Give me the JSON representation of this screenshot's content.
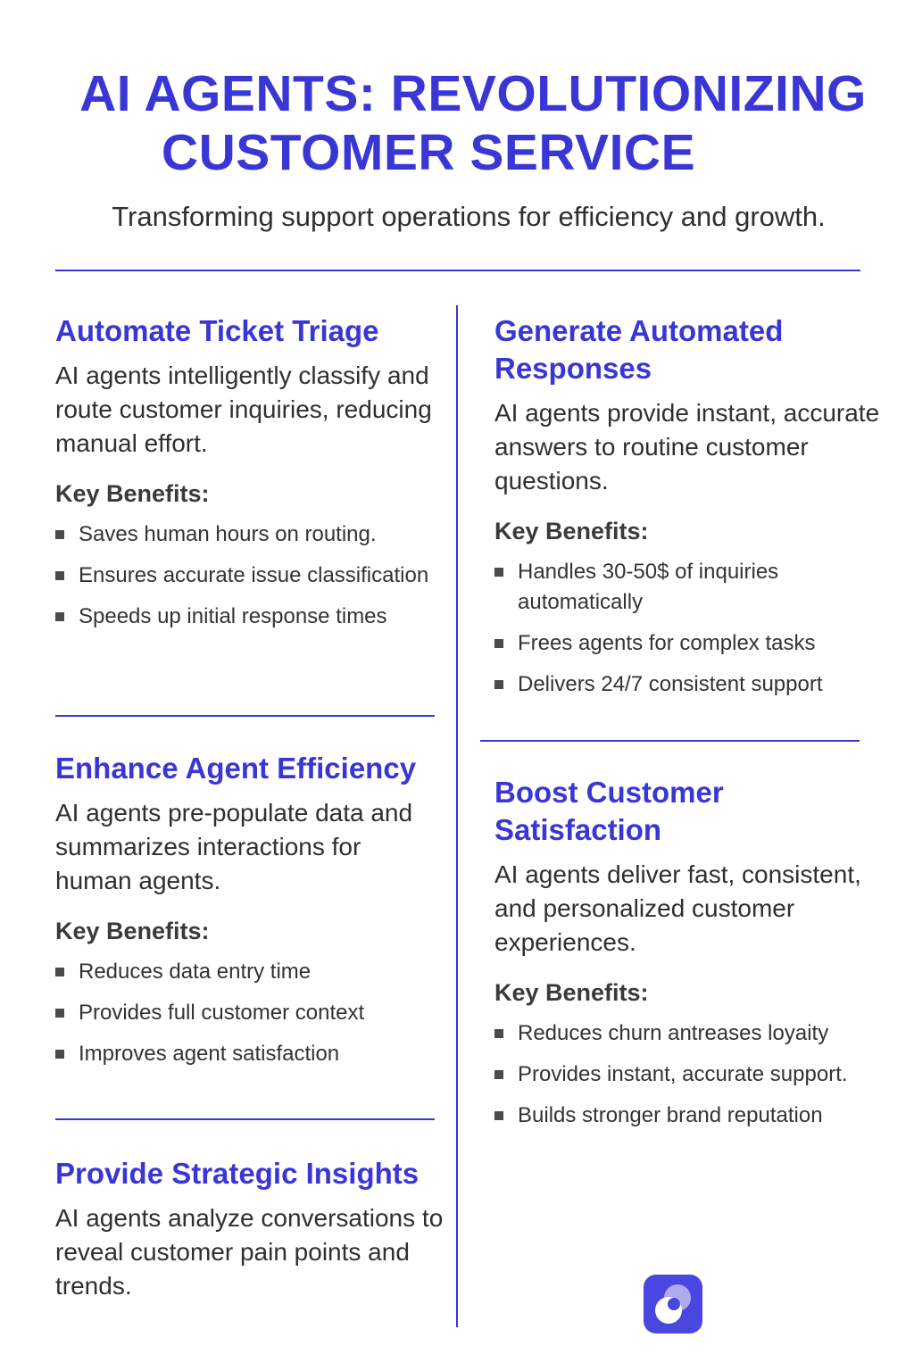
{
  "header": {
    "title_line1": "AI AGENTS: REVOLUTIONIZING",
    "title_line2": "CUSTOMER SERVICE",
    "subtitle": "Transforming support operations for efficiency and growth."
  },
  "sections": [
    {
      "title": "Automate Ticket Triage",
      "description": "AI agents intelligently classify and route customer inquiries, reducing manual effort.",
      "benefits_label": "Key Benefits:",
      "benefits": [
        "Saves human hours on routing.",
        "Ensures accurate issue classification",
        "Speeds up initial response times"
      ]
    },
    {
      "title": "Generate Automated Responses",
      "description": "AI agents provide instant, accurate answers to routine customer questions.",
      "benefits_label": "Key Benefits:",
      "benefits": [
        "Handles 30-50$ of inquiries automatically",
        "Frees agents for complex tasks",
        "Delivers 24/7 consistent support"
      ]
    },
    {
      "title": "Enhance Agent Efficiency",
      "description": "AI agents pre-populate data and summarizes interactions for human agents.",
      "benefits_label": "Key Benefits:",
      "benefits": [
        "Reduces data entry time",
        "Provides full customer context",
        "Improves agent satisfaction"
      ]
    },
    {
      "title": "Boost Customer Satisfaction",
      "description": "AI agents deliver fast, consistent, and personalized customer experiences.",
      "benefits_label": "Key Benefits:",
      "benefits": [
        "Reduces churn antreases loyaity",
        "Provides instant, accurate support.",
        "Builds stronger brand reputation"
      ]
    },
    {
      "title": "Provide Strategic Insights",
      "description": "AI agents analyze conversations to reveal customer pain points and trends."
    }
  ],
  "colors": {
    "accent": "#3a36d6",
    "text": "#2f2f2f",
    "logo_bg": "#4a46e0"
  },
  "icons": {
    "logo": "overlapping-circles-logo-icon",
    "bullet": "square-bullet-icon"
  }
}
